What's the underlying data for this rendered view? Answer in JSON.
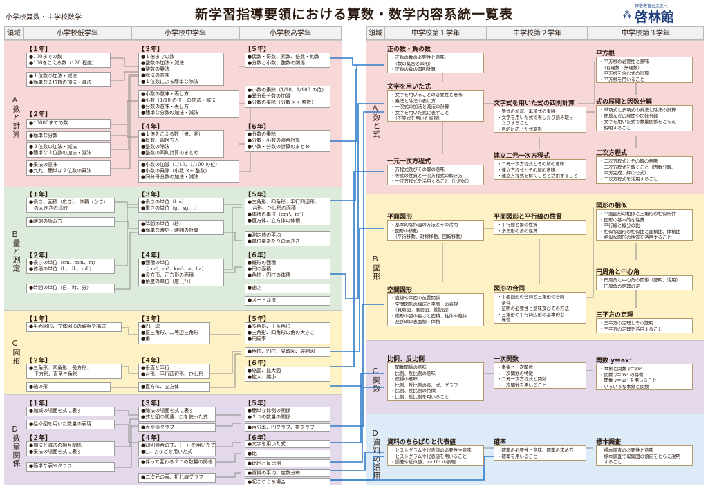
{
  "header": {
    "subtitle": "小学校算数・中学校数学",
    "title": "新学習指導要領における算数・数学内容系統一覧表",
    "logo_tagline": "理数教育の未来へ",
    "logo": "啓林館"
  },
  "columns": {
    "domain": "領域",
    "e_low": "小学校低学年",
    "e_mid": "小学校中学年",
    "e_high": "小学校高学年",
    "j_domain": "領域",
    "j1": "中学校第１学年",
    "j2": "中学校第２学年",
    "j3": "中学校第３学年"
  },
  "elem_domains": {
    "a": {
      "letter": "Ａ",
      "name": "数と計算"
    },
    "b": {
      "letter": "Ｂ",
      "name": "量と測定"
    },
    "c": {
      "letter": "Ｃ",
      "name": "図形"
    },
    "d": {
      "letter": "Ｄ",
      "name": "数量関係"
    }
  },
  "jr_domains": {
    "a": {
      "letter": "Ａ",
      "name": "数と式"
    },
    "b": {
      "letter": "Ｂ",
      "name": "図形"
    },
    "c": {
      "letter": "Ｃ",
      "name": "関数"
    },
    "d": {
      "letter": "Ｄ",
      "name": "資料の活用"
    }
  },
  "grades": {
    "g1": "【１年】",
    "g2": "【２年】",
    "g3": "【３年】",
    "g4": "【４年】",
    "g5": "【５年】",
    "g6": "【６年】"
  },
  "a_low": {
    "b1": [
      "●100までの数",
      "●100をこえる数（120 程度）"
    ],
    "b2": [
      "●１位数の加法・減法",
      "●簡単な２位数の加法・減法"
    ],
    "b3": [
      "●10000までの数"
    ],
    "b4": [
      "●簡単な分数"
    ],
    "b5": [
      "●２位数の加法・減法",
      "●簡単な３位数の加法・減法"
    ],
    "b6": [
      "●乗法の意味",
      "●九九、簡単な２位数の乗法"
    ]
  },
  "a_mid": {
    "b1": [
      "●１億までの数",
      "●整数の加法・減法",
      "●整数の乗法",
      "●除法の意味",
      "●１位数による簡単な除法"
    ],
    "b2": [
      "●小数の意味・表し方",
      "●小数（1/10 の位）の加法・減法",
      "●分数の意味・表し方",
      "●簡単な分数の加法・減法"
    ],
    "b3": [
      "●１億をこえる数（億、兆）",
      "●概数、四捨五入",
      "●整数の除法",
      "●整数の四則計算のまとめ"
    ],
    "b4": [
      "●小数の加減（1/10、1/100 の位）",
      "●小数の乗除（小数 ×÷ 整数）",
      "●同分母分数の加法・減法"
    ]
  },
  "a_high": {
    "b1": [
      "●偶数・奇数、素数、倍数・約数",
      "●分数と小数、整数の関係"
    ],
    "b2": [
      "●小数の乗除（1/10、1/100 の位）",
      "●異分母分数の加減",
      "●分数の乗除（分数 ×÷ 整数）"
    ],
    "b3": [
      "●分数の乗除",
      "●分数・小数の混合計算",
      "●小数・分数の計算のまとめ"
    ]
  },
  "b_low": {
    "b1": [
      "●長さ、面積（広さ）、体積（かさ）",
      "　の大きさの比較"
    ],
    "b2": [
      "●時刻の読み方"
    ],
    "b3": [
      "●長さの単位（cm、mm、m）",
      "●体積の単位（L、dL、mL）"
    ],
    "b4": [
      "●時間の単位（日、時、分）"
    ]
  },
  "b_mid": {
    "b1": [
      "●長さの単位（km）",
      "●重さの単位（g、kg、t）"
    ],
    "b2": [
      "●時間の単位（秒）",
      "●簡単な時刻・時間の計算"
    ],
    "b3": [
      "●面積の単位",
      "　（cm²、m²、km²、a、ha）",
      "●長方形、正方形の面積",
      "●角度の単位（度（°））"
    ]
  },
  "b_high": {
    "b1": [
      "●三角形、四角形、平行四辺形、",
      "　台形、ひし形の面積",
      "●体積の単位（cm³、m³）",
      "●直方体、立方体の体積"
    ],
    "b2": [
      "●測定値の平均",
      "●単位量あたりの大きさ"
    ],
    "b3": [
      "●概形の面積",
      "●円の面積",
      "●角柱・円柱の体積"
    ],
    "b4": [
      "●速さ"
    ],
    "b5": [
      "●メートル法"
    ]
  },
  "c_low": {
    "b1": [
      "●平面図形、立体図形の観察や構成"
    ],
    "b2": [
      "●三角形、四角形、長方形、",
      "　正方形、直角三角形"
    ],
    "b3": [
      "●箱の形"
    ]
  },
  "c_mid": {
    "b1": [
      "●円、球",
      "●正三角形、二等辺三角形",
      "●角"
    ],
    "b2": [
      "●垂直と平行",
      "●台形、平行四辺形、ひし形"
    ],
    "b3": [
      "●直方体、立方体"
    ]
  },
  "c_high": {
    "b1": [
      "●多角形、正多角形",
      "●三角形、四角形の角の大きさ",
      "●円周率"
    ],
    "b2": [
      "●角柱、円柱、見取図、展開図"
    ],
    "b3": [
      "●縮図、拡大図",
      "●拡大、縮小"
    ]
  },
  "d_low": {
    "b1": [
      "●加減の場面を式に表す"
    ],
    "b2": [
      "●絵や図を用いた数量の表現"
    ],
    "b3": [
      "●加法と減法の相互関係",
      "●乗法の場面を式に表す"
    ],
    "b4": [
      "●簡単な表やグラフ"
    ]
  },
  "d_mid": {
    "b1": [
      "●除法の場面を式に表す",
      "●式と図の関連、□を使った式"
    ],
    "b2": [
      "●表や棒グラフ"
    ],
    "b3": [
      "●四則混合の式、（　）を用いた式",
      "●□、△などを用いた式"
    ],
    "b4": [
      "●伴って変わる２つの数量の関係"
    ],
    "b5": [
      "●二次元の表、折れ線グラフ"
    ]
  },
  "d_high": {
    "b1": [
      "●簡単な比例の関係",
      "●２つの数量の関係"
    ],
    "b2": [
      "●百分率、円グラフ、帯グラフ"
    ],
    "b3": [
      "●文字を用いた式"
    ],
    "b4": [
      "●比"
    ],
    "b5": [
      "●比例と反比例"
    ],
    "b6": [
      "●資料の平均、度数分布"
    ],
    "b7": [
      "●起こりうる場合"
    ]
  },
  "jr": {
    "a1": {
      "title": "正の数・負の数",
      "lines": [
        "・正負の数の必要性と意味",
        "　（数の集合と四則）",
        "・正負の数の四則計算"
      ]
    },
    "a2": {
      "title": "文字を用いた式",
      "lines": [
        "・文字を用いることの必要性と意味",
        "・乗法と除法の表し方",
        "・一次式の加法と減法の計算",
        "・文字を用いた式に表すこと",
        "　（不等式を用いた表現）"
      ]
    },
    "a3": {
      "title": "一元一次方程式",
      "lines": [
        "・方程式及びその解の意味",
        "・等式の性質と一次方程式の解き方",
        "・一次方程式を活用すること（比例式）"
      ]
    },
    "a4": {
      "title": "文字式を用いた式の四則計算",
      "lines": [
        "・整式の加減、単項式の乗除",
        "・文字を用いた式で表したり読み取っ",
        "　たりすること",
        "・目的に応じた式変形"
      ]
    },
    "a5": {
      "title": "連立二元一次方程式",
      "lines": [
        "・二元一次方程式とその解の意味",
        "・連立方程式とその解の意味",
        "・連立方程式を解くことと活用すること"
      ]
    },
    "a6": {
      "title": "平方根",
      "lines": [
        "・平方根の必要性と意味",
        "　（有理数・無理数）",
        "・平方根を含む式の計算",
        "・平方根を用いること"
      ]
    },
    "a7": {
      "title": "式の展開と因数分解",
      "lines": [
        "・単項式と多項式の乗法と除法の計算",
        "・簡単な式の展開や因数分解",
        "・文字を用いた式で数量関係をとらえ",
        "　説明すること"
      ]
    },
    "a8": {
      "title": "二次方程式",
      "lines": [
        "・二次方程式とその解の意味",
        "・二次方程式を解くこと（因数分解、",
        "　平方完成、解の公式）",
        "・二次方程式を活用すること"
      ]
    },
    "b1": {
      "title": "平面図形",
      "lines": [
        "・基本的な作図の方法とその活用",
        "・図形の移動",
        "　（平行移動、対称移動、回転移動）"
      ]
    },
    "b2": {
      "title": "空間図形",
      "lines": [
        "・直線や平面の位置関係",
        "・空間図形の構成と平面上の表現",
        "　（見取図、展開図、投影図）",
        "・扇形の弧の長さと面積、柱体や錐体",
        "　及び球の表面積・体積"
      ]
    },
    "b3": {
      "title": "平面図形と平行線の性質",
      "lines": [
        "・平行線と角の性質",
        "・多角形の角の性質"
      ]
    },
    "b4": {
      "title": "図形の合同",
      "lines": [
        "・平面図形の合同と三角形の合同",
        "　条件",
        "・証明の必要性と意味及びその方法",
        "・三角形や平行四辺形の基本的な",
        "　性質"
      ]
    },
    "b5": {
      "title": "図形の相似",
      "lines": [
        "・平面図形の相似と三角形の相似条件",
        "・図形の基本的な性質",
        "・平行線と線分の比",
        "・相似な図形の相似比と面積比、体積比",
        "・相似な図形の性質を活用すること"
      ]
    },
    "b6": {
      "title": "円周角と中心角",
      "lines": [
        "・円周角と中心角の関係（証明、活用）",
        "・円周角の定理の逆"
      ]
    },
    "b7": {
      "title": "三平方の定理",
      "lines": [
        "・三平方の定理とその証明",
        "・三平方の定理を活用すること"
      ]
    },
    "c1": {
      "title": "比例、反比例",
      "lines": [
        "・関数関係の意味",
        "・比例、反比例の意味",
        "・座標の意味",
        "・比例、反比例の表、式、グラフ",
        "・比例、反比例の特徴",
        "・比例、反比例を用いること"
      ]
    },
    "c2": {
      "title": "一次関数",
      "lines": [
        "・事象と一次関数",
        "・一次関数の特徴",
        "・二元一次方程式と関数",
        "・一次関数を用いること"
      ]
    },
    "c3": {
      "title": "関数 y＝ax²",
      "lines": [
        "・事象と関数 y＝ax²",
        "・関数 y＝ax² の特徴",
        "・関数 y＝ax² を用いること",
        "・いろいろな事象と関数"
      ]
    },
    "d1": {
      "title": "資料のちらばりと代表値",
      "lines": [
        "・ヒストグラムや代表値の必要性や意味",
        "・ヒストグラムや代表値を用いること",
        "・誤差や近似値、a×10ⁿ の表現"
      ]
    },
    "d2": {
      "title": "確率",
      "lines": [
        "・確率の必要性と意味、確率の求め方",
        "・確率を用いること"
      ]
    },
    "d3": {
      "title": "標本調査",
      "lines": [
        "・標本調査の必要性と意味",
        "・標本調査で母集団の傾向をとらえ説明",
        "　すること"
      ]
    }
  },
  "colors": {
    "a_bg": "#f7d7d8",
    "b_bg": "#dcebdc",
    "c_bg": "#fdf1c6",
    "d_bg": "#e4d9ea",
    "jd_bg": "#dcebf7",
    "ja_bg": "#f7d7d8",
    "jb_bg": "#fdf1c6",
    "jc_bg": "#e4d9ea",
    "title_red": "#c0392b",
    "arrow_blue": "#2e7bc8",
    "logo_blue": "#1f3f7f"
  }
}
